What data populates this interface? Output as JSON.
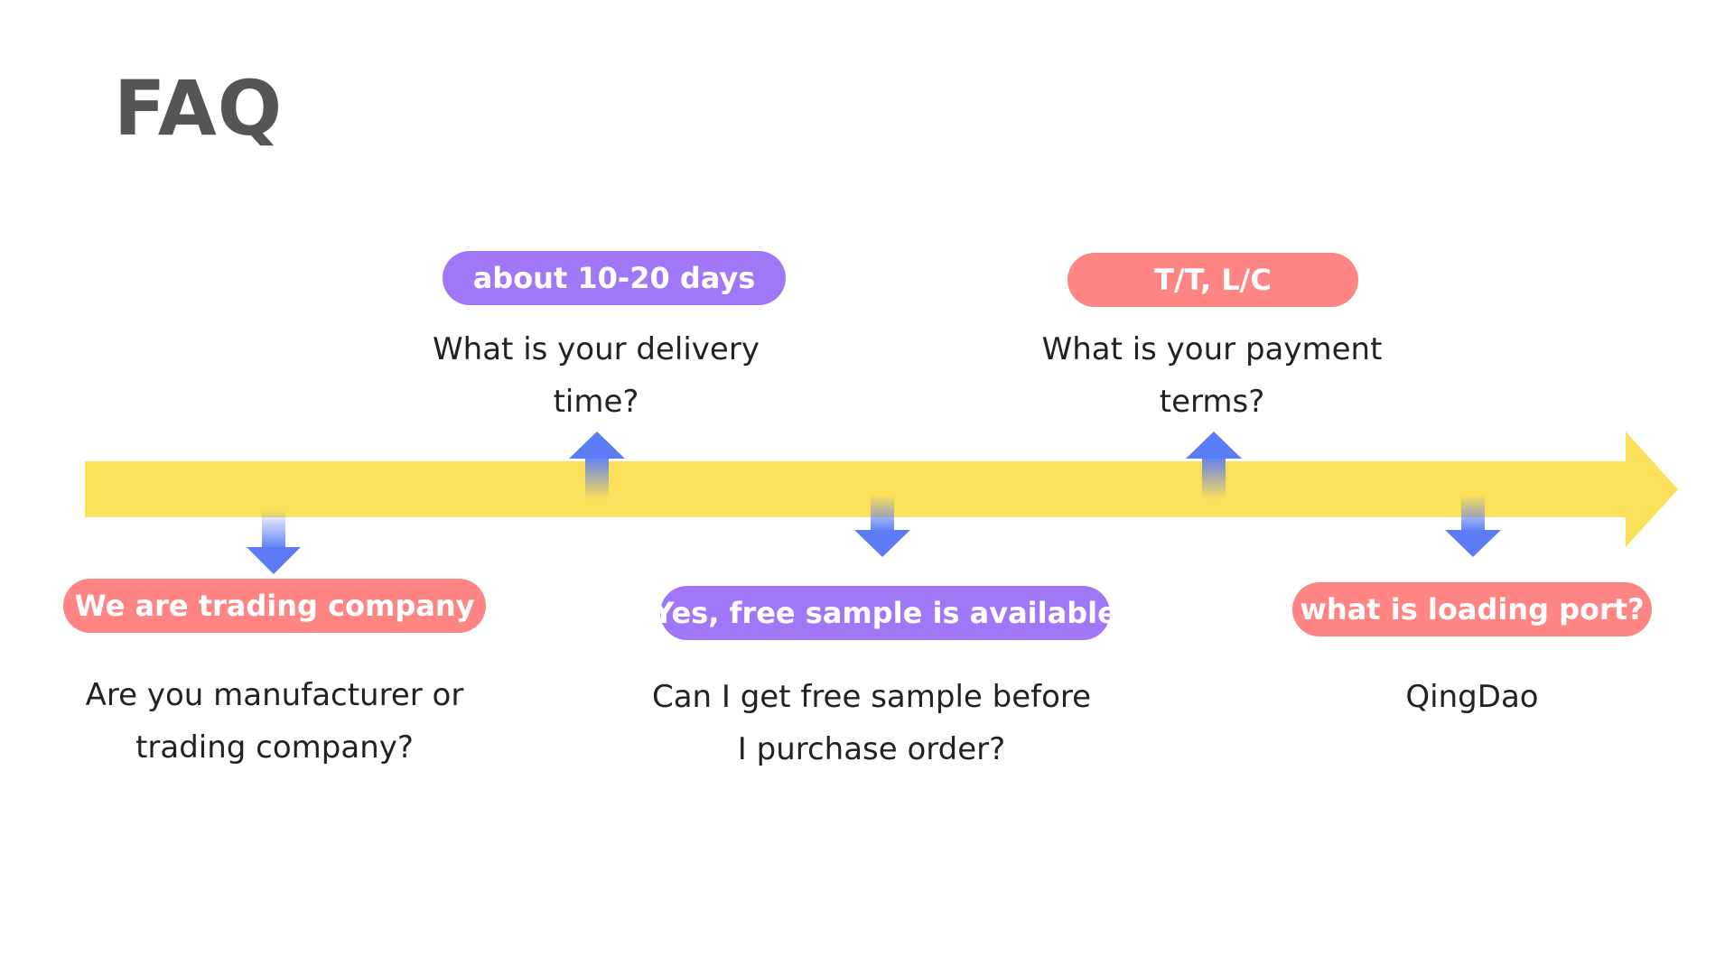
{
  "title": "FAQ",
  "colors": {
    "arrow_yellow": "#fce05a",
    "pill_red": "#ff8585",
    "pill_purple": "#a077f7",
    "connector_blue": "#5b7cf5",
    "title_gray": "#555555"
  },
  "items": [
    {
      "answer": "We are trading company",
      "question_line1": "Are you manufacturer or",
      "question_line2": "trading company?",
      "side": "below",
      "color": "red"
    },
    {
      "answer": "about 10-20 days",
      "question_line1": "What is your delivery",
      "question_line2": "time?",
      "side": "above",
      "color": "purple"
    },
    {
      "answer": "Yes, free sample is available",
      "question_line1": "Can I get free sample before",
      "question_line2": "I purchase order?",
      "side": "below",
      "color": "purple"
    },
    {
      "answer": "T/T, L/C",
      "question_line1": "What is your payment",
      "question_line2": "terms?",
      "side": "above",
      "color": "red"
    },
    {
      "answer": "what is loading port?",
      "question_line1": "QingDao",
      "question_line2": "",
      "side": "below",
      "color": "red"
    }
  ]
}
